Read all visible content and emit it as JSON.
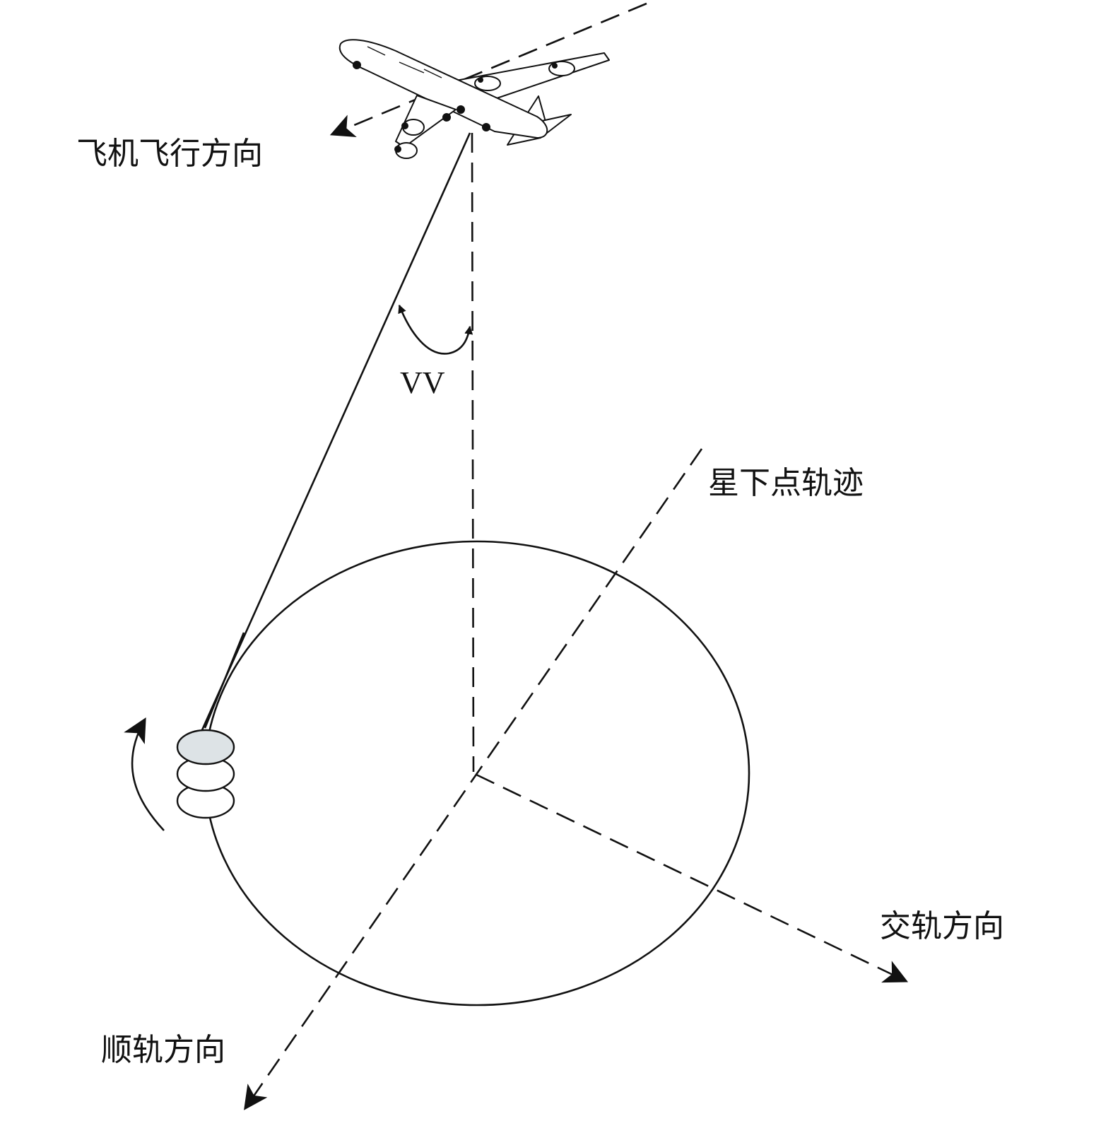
{
  "labels": {
    "flight_direction": "飞机飞行方向",
    "angle": "VV",
    "nadir_track": "星下点轨迹",
    "cross_track": "交轨方向",
    "along_track": "顺轨方向"
  },
  "colors": {
    "stroke": "#111111",
    "footprint_fill": "#dde3e6",
    "background": "#ffffff"
  }
}
